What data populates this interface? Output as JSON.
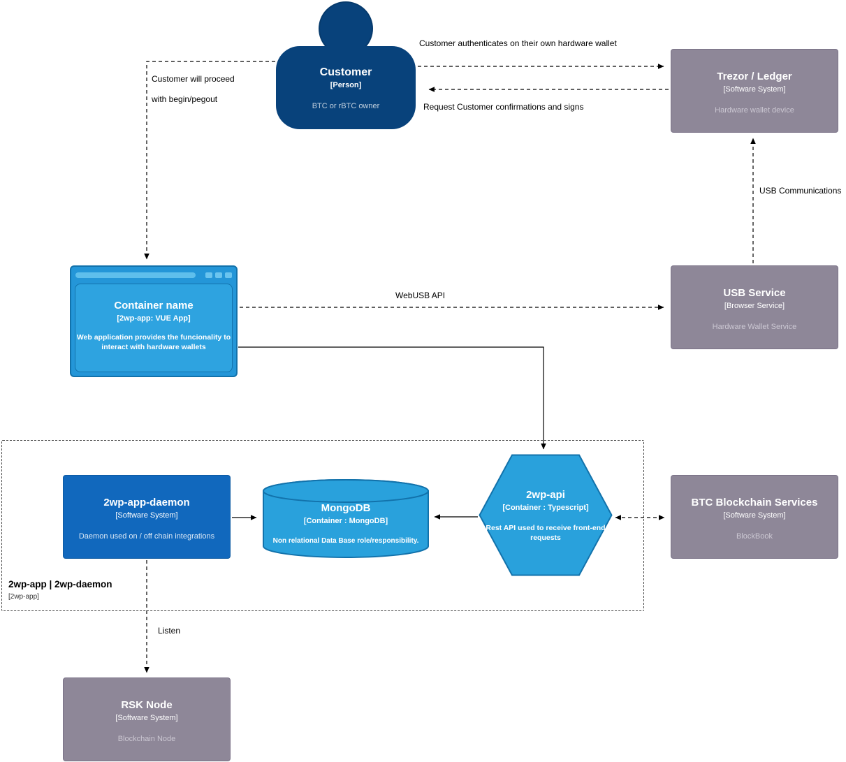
{
  "colors": {
    "person": "#08427b",
    "system_blue": "#1168bd",
    "container_blue": "#2b9fd9",
    "external_gray": "#8e8798",
    "edge": "#000000"
  },
  "nodes": {
    "customer": {
      "title": "Customer",
      "type": "[Person]",
      "desc": "BTC or rBTC owner"
    },
    "trezor": {
      "title": "Trezor / Ledger",
      "type": "[Software System]",
      "desc": "Hardware wallet device"
    },
    "webapp": {
      "title": "Container name",
      "type": "[2wp-app: VUE App]",
      "desc": "Web application provides the funcionality to interact with hardware wallets"
    },
    "usb_service": {
      "title": "USB Service",
      "type": "[Browser Service]",
      "desc": "Hardware Wallet Service"
    },
    "daemon": {
      "title": "2wp-app-daemon",
      "type": "[Software System]",
      "desc": "Daemon used on / off chain integrations"
    },
    "mongodb": {
      "title": "MongoDB",
      "type": "[Container : MongoDB]",
      "desc": "Non relational Data Base role/responsibility."
    },
    "api": {
      "title": "2wp-api",
      "type": "[Container : Typescript]",
      "desc": "Rest API used to receive front-end requests"
    },
    "btc": {
      "title": "BTC Blockchain Services",
      "type": "[Software System]",
      "desc": "BlockBook"
    },
    "rsk": {
      "title": "RSK Node",
      "type": "[Software System]",
      "desc": "Blockchain Node"
    }
  },
  "boundary": {
    "title": "2wp-app | 2wp-daemon",
    "subtitle": "[2wp-app]"
  },
  "edges": {
    "auth": "Customer authenticates on their own hardware wallet",
    "confirm": "Request Customer confirmations and signs",
    "proceed1": "Customer will proceed",
    "proceed2": "with begin/pegout",
    "webusb": "WebUSB API",
    "usb_comm": "USB Communications",
    "listen": "Listen"
  }
}
